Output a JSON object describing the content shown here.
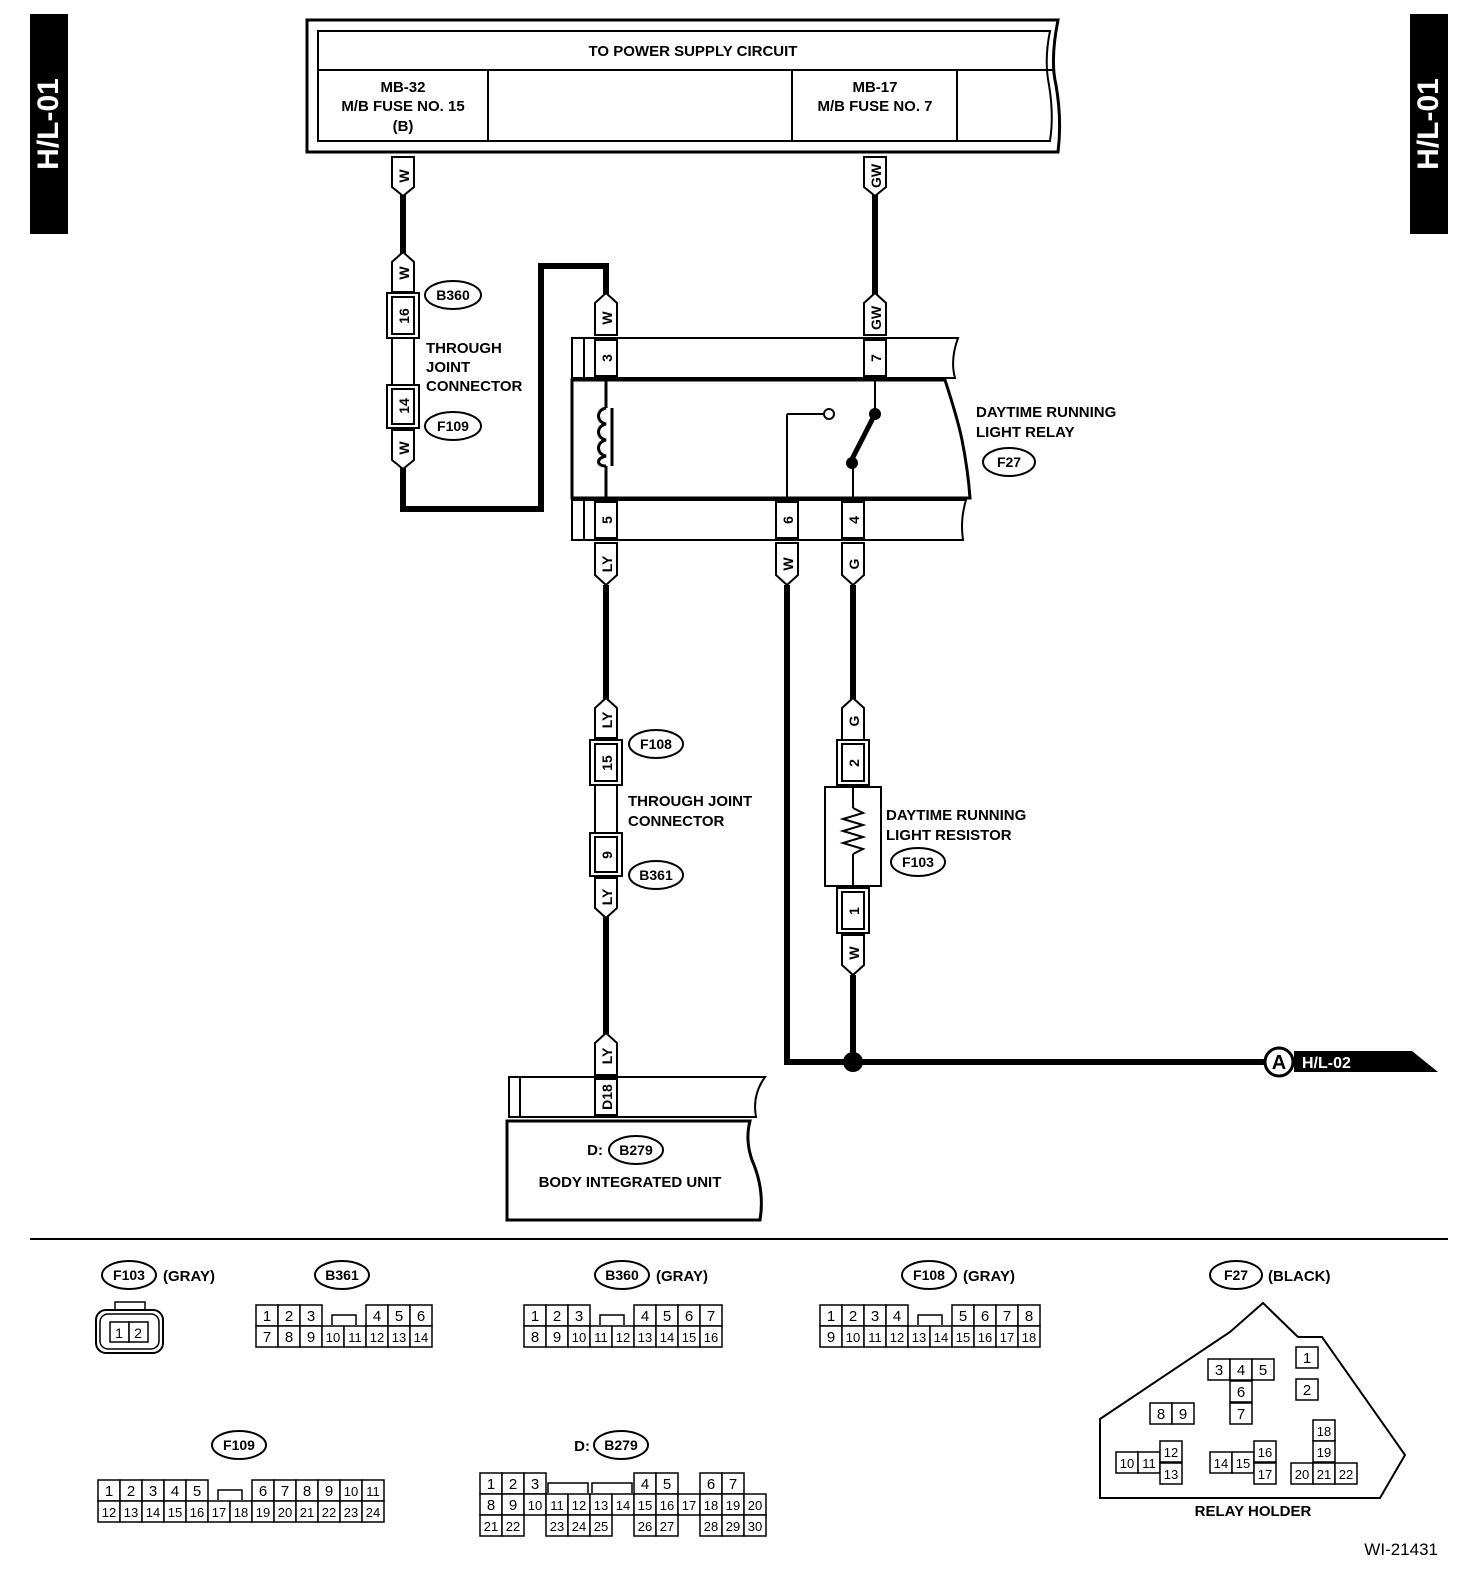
{
  "page": {
    "page_code": "H/L-01",
    "figure_id": "WI-21431"
  },
  "power_supply": {
    "title": "TO POWER SUPPLY CIRCUIT",
    "left_code": "MB-32",
    "left_fuse": "M/B FUSE NO. 15",
    "left_note": "(B)",
    "right_code": "MB-17",
    "right_fuse": "M/B FUSE NO. 7"
  },
  "through_joint_b360": {
    "connector_id": "B360",
    "second_id": "F109",
    "label_line1": "THROUGH",
    "label_line2": "JOINT",
    "label_line3": "CONNECTOR",
    "pin_top": "16",
    "pin_bottom": "14"
  },
  "relay": {
    "label_line1": "DAYTIME RUNNING",
    "label_line2": "LIGHT RELAY",
    "connector_id": "F27",
    "pin_3": "3",
    "pin_7": "7",
    "pin_5": "5",
    "pin_6": "6",
    "pin_4": "4"
  },
  "through_joint_f108": {
    "connector_id": "F108",
    "second_id": "B361",
    "label_line1": "THROUGH JOINT",
    "label_line2": "CONNECTOR",
    "pin_top": "15",
    "pin_bottom": "9"
  },
  "resistor": {
    "label_line1": "DAYTIME RUNNING",
    "label_line2": "LIGHT RESISTOR",
    "connector_id": "F103",
    "pin_top": "2",
    "pin_bottom": "1"
  },
  "body_unit": {
    "prefix": "D:",
    "connector_id": "B279",
    "label": "BODY INTEGRATED UNIT",
    "pin": "D18"
  },
  "wires": {
    "w": "W",
    "gw": "GW",
    "ly": "LY",
    "g": "G"
  },
  "offpage": {
    "letter": "A",
    "target": "H/L-02"
  },
  "connector_views": {
    "f103": {
      "id": "F103",
      "color": "(GRAY)",
      "pins": [
        "1",
        "2"
      ]
    },
    "b361": {
      "id": "B361",
      "row1": [
        "1",
        "2",
        "3",
        "",
        "4",
        "5",
        "6"
      ],
      "row2": [
        "7",
        "8",
        "9",
        "10",
        "11",
        "12",
        "13",
        "14"
      ]
    },
    "b360": {
      "id": "B360",
      "color": "(GRAY)",
      "row1": [
        "1",
        "2",
        "3",
        "",
        "4",
        "5",
        "6",
        "7"
      ],
      "row2": [
        "8",
        "9",
        "10",
        "11",
        "12",
        "13",
        "14",
        "15",
        "16"
      ]
    },
    "f108": {
      "id": "F108",
      "color": "(GRAY)",
      "row1": [
        "1",
        "2",
        "3",
        "4",
        "",
        "5",
        "6",
        "7",
        "8"
      ],
      "row2": [
        "9",
        "10",
        "11",
        "12",
        "13",
        "14",
        "15",
        "16",
        "17",
        "18"
      ]
    },
    "f27": {
      "id": "F27",
      "color": "(BLACK)",
      "caption": "RELAY HOLDER",
      "pins": [
        "1",
        "2",
        "3",
        "4",
        "5",
        "6",
        "7",
        "8",
        "9",
        "10",
        "11",
        "12",
        "13",
        "14",
        "15",
        "16",
        "17",
        "18",
        "19",
        "20",
        "21",
        "22"
      ]
    },
    "f109": {
      "id": "F109",
      "row1": [
        "1",
        "2",
        "3",
        "4",
        "5",
        "",
        "6",
        "7",
        "8",
        "9",
        "10",
        "11"
      ],
      "row2": [
        "12",
        "13",
        "14",
        "15",
        "16",
        "17",
        "18",
        "19",
        "20",
        "21",
        "22",
        "23",
        "24"
      ]
    },
    "b279": {
      "prefix": "D:",
      "id": "B279",
      "row1": [
        "1",
        "2",
        "3",
        "",
        "",
        "4",
        "5",
        "",
        "6",
        "7"
      ],
      "row2": [
        "8",
        "9",
        "10",
        "11",
        "12",
        "13",
        "14",
        "15",
        "16",
        "17",
        "18",
        "19",
        "20"
      ],
      "row3": [
        "21",
        "22",
        "",
        "23",
        "24",
        "25",
        "",
        "26",
        "27",
        "",
        "28",
        "29",
        "30"
      ]
    }
  }
}
